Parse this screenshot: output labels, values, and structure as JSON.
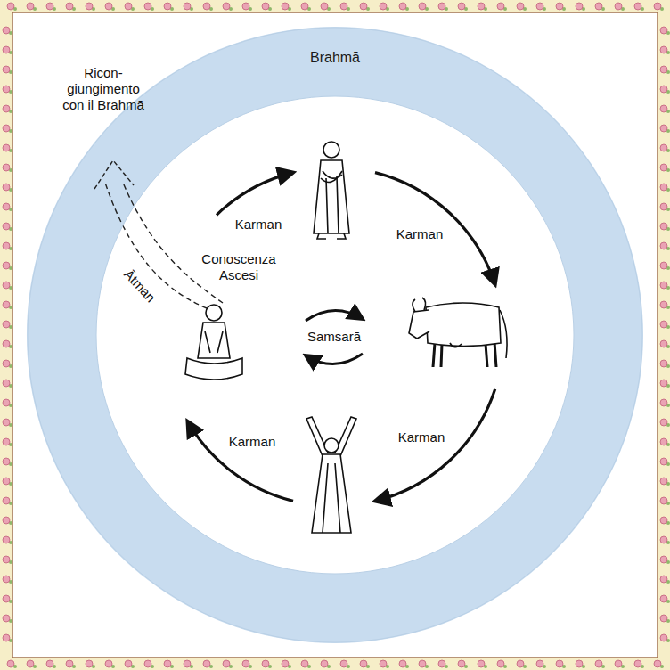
{
  "diagram": {
    "nodes": [
      {
        "text": [
          "Brahmā"
        ]
      }
    ],
    "labels": [
      "Ricon- giungimento con il Brahmā",
      "Ātman",
      "Conoscenza Ascesi",
      "Samsarā",
      "Karman",
      "Karman",
      "Karman",
      "Karman"
    ]
  }
}
